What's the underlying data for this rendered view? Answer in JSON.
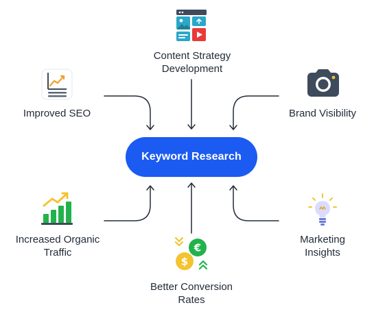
{
  "diagram": {
    "center": {
      "label": "Keyword Research",
      "color": "#1b5bf2"
    },
    "nodes": {
      "content_strategy": {
        "label": "Content Strategy\nDevelopment",
        "icon": "content-media-icon"
      },
      "improved_seo": {
        "label": "Improved SEO",
        "icon": "seo-chart-icon"
      },
      "brand_visibility": {
        "label": "Brand Visibility",
        "icon": "camera-icon"
      },
      "organic_traffic": {
        "label": "Increased Organic\nTraffic",
        "icon": "growth-bars-icon"
      },
      "conversion_rates": {
        "label": "Better Conversion\nRates",
        "icon": "currency-exchange-icon"
      },
      "marketing_insights": {
        "label": "Marketing\nInsights",
        "icon": "lightbulb-icon"
      }
    },
    "colors": {
      "accent_green": "#22b24c",
      "accent_yellow": "#f4c430",
      "icon_dark": "#3d4b5c",
      "line_color": "#222b38"
    }
  }
}
